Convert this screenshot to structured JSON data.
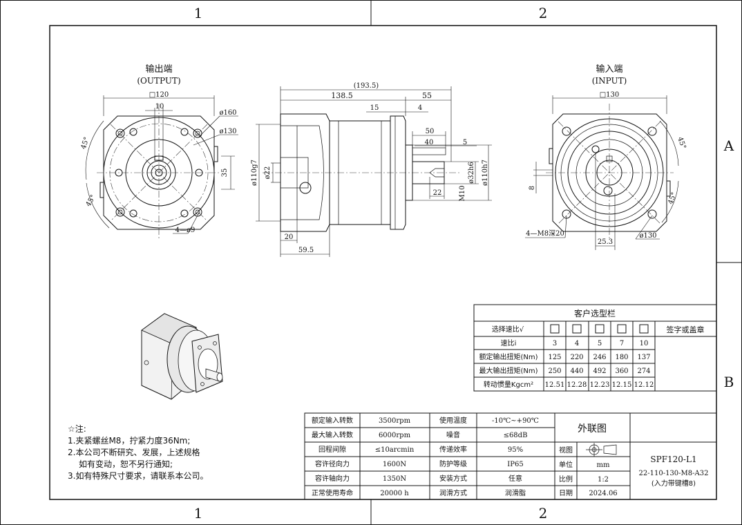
{
  "frame": {
    "zone_top": [
      "1",
      "2"
    ],
    "zone_bottom": [
      "1",
      "2"
    ],
    "zone_right": [
      "A",
      "B"
    ]
  },
  "output_view": {
    "title": "输出端",
    "subtitle": "(OUTPUT)",
    "dims": {
      "square": "□120",
      "key": "10",
      "d160": "ø160",
      "d130": "ø130",
      "h35": "35",
      "angle_a": "45°",
      "angle_b": "45°",
      "holes": "4—ø9"
    }
  },
  "side_view": {
    "dims": {
      "overall": "(193.5)",
      "body": "138.5",
      "shaft": "55",
      "d15": "15",
      "d4": "4",
      "d50": "50",
      "d40": "40",
      "d5": "5",
      "d110g7": "ø110g7",
      "d22": "ø22",
      "d32h6": "ø32h6",
      "d110h7": "ø110h7",
      "d22b": "22",
      "m10": "M10",
      "d20": "20",
      "d59_5": "59.5"
    }
  },
  "input_view": {
    "title": "输入端",
    "subtitle": "(INPUT)",
    "dims": {
      "square": "□130",
      "angle_a": "45°",
      "angle_b": "45°",
      "d8": "8",
      "holes": "4—M8深20",
      "d25_3": "25.3",
      "d130": "ø130"
    }
  },
  "selection": {
    "title": "客户选型栏",
    "row_labels": [
      "选择速比√",
      "速比i",
      "额定输出扭矩(Nm)",
      "最大输出扭矩(Nm)",
      "转动惯量Kgcm²"
    ],
    "signature_label": "签字或盖章",
    "ratios": [
      "3",
      "4",
      "5",
      "7",
      "10"
    ],
    "rated_torque": [
      "125",
      "220",
      "246",
      "180",
      "137"
    ],
    "max_torque": [
      "250",
      "440",
      "492",
      "360",
      "274"
    ],
    "inertia": [
      "12.51",
      "12.28",
      "12.23",
      "12.15",
      "12.12"
    ]
  },
  "specs": [
    {
      "label": "额定输入转数",
      "value": "3500rpm",
      "label2": "使用温度",
      "value2": "-10℃~+90℃"
    },
    {
      "label": "最大输入转数",
      "value": "6000rpm",
      "label2": "噪音",
      "value2": "≤68dB"
    },
    {
      "label": "回程间隙",
      "value": "≤10arcmin",
      "label2": "传递效率",
      "value2": "95%"
    },
    {
      "label": "容许径向力",
      "value": "1600N",
      "label2": "防护等级",
      "value2": "IP65"
    },
    {
      "label": "容许轴向力",
      "value": "1350N",
      "label2": "安装方式",
      "value2": "任意"
    },
    {
      "label": "正常使用寿命",
      "value": "20000 h",
      "label2": "润滑方式",
      "value2": "润滑脂"
    }
  ],
  "titleblock": {
    "drawing_name": "外联图",
    "view_label": "视图",
    "unit_label": "单位",
    "unit": "mm",
    "scale_label": "比例",
    "scale": "1:2",
    "date_label": "日期",
    "date": "2024.06",
    "model": "SPF120-L1",
    "code": "22-110-130-M8-A32",
    "note": "(入力带键槽8)"
  },
  "notes": {
    "heading": "☆注:",
    "lines": [
      "1.夹紧螺丝M8，拧紧力度36Nm;",
      "2.本公司不断研究、发展，上述规格",
      "如有变动，恕不另行通知;",
      "3.如有特殊尺寸要求，请联系本公司。"
    ]
  }
}
